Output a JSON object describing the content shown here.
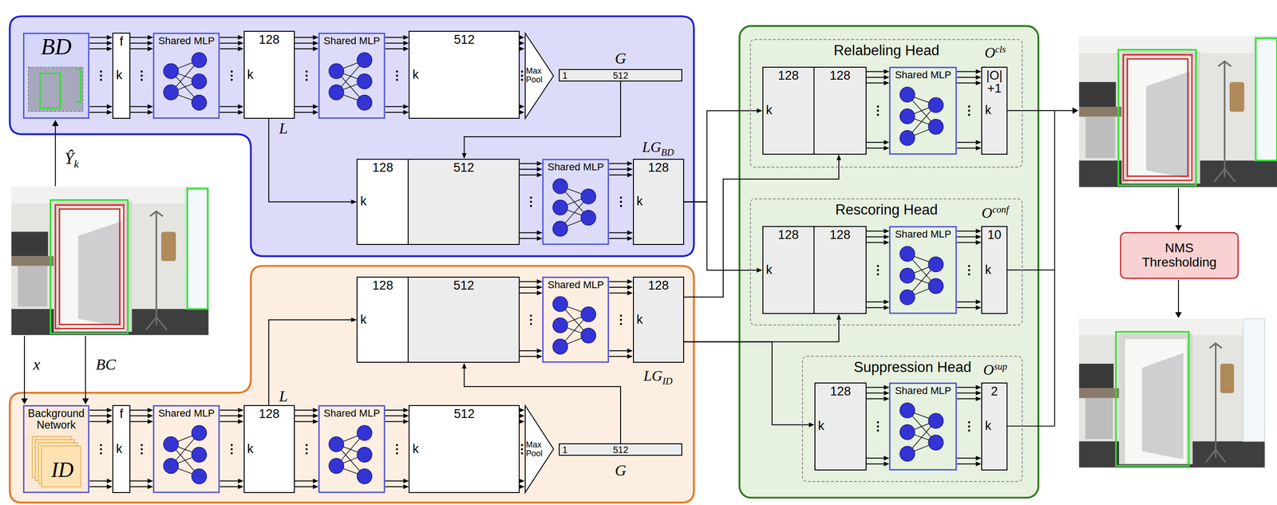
{
  "diagram": {
    "nodes": [
      {
        "text": [
          "BD"
        ]
      },
      {
        "text": [
          "f",
          "k"
        ]
      },
      {
        "text": [
          "Shared MLP"
        ]
      },
      {
        "text": [
          "128",
          "k"
        ]
      },
      {
        "text": [
          "Shared MLP"
        ]
      },
      {
        "text": [
          "512",
          "k"
        ]
      },
      {
        "text": [
          "Max Pool"
        ]
      },
      {
        "text": [
          "1",
          "512"
        ]
      },
      {
        "text": [
          "128",
          "k"
        ]
      },
      {
        "text": [
          "512"
        ]
      },
      {
        "text": [
          "Shared MLP"
        ]
      },
      {
        "text": [
          "128",
          "k"
        ]
      },
      {
        "text": [
          "128",
          "k"
        ]
      },
      {
        "text": [
          "512"
        ]
      },
      {
        "text": [
          "Shared MLP"
        ]
      },
      {
        "text": [
          "128",
          "k"
        ]
      },
      {
        "text": [
          "Background Network",
          "ID"
        ]
      },
      {
        "text": [
          "f",
          "k"
        ]
      },
      {
        "text": [
          "Shared MLP"
        ]
      },
      {
        "text": [
          "128",
          "k"
        ]
      },
      {
        "text": [
          "Shared MLP"
        ]
      },
      {
        "text": [
          "512",
          "k"
        ]
      },
      {
        "text": [
          "Max Pool"
        ]
      },
      {
        "text": [
          "1",
          "512"
        ]
      },
      {
        "text": [
          "Relabeling Head"
        ]
      },
      {
        "text": [
          "128",
          "k"
        ],
        "in": 24
      },
      {
        "text": [
          "128"
        ],
        "in": 24
      },
      {
        "text": [
          "Shared MLP"
        ],
        "in": 24
      },
      {
        "text": [
          "|O| +1",
          "k"
        ],
        "in": 24
      },
      {
        "text": [
          "Rescoring Head"
        ]
      },
      {
        "text": [
          "128",
          "k"
        ],
        "in": 29
      },
      {
        "text": [
          "128"
        ],
        "in": 29
      },
      {
        "text": [
          "Shared MLP"
        ],
        "in": 29
      },
      {
        "text": [
          "10",
          "k"
        ],
        "in": 29
      },
      {
        "text": [
          "Suppression Head"
        ]
      },
      {
        "text": [
          "128",
          "k"
        ],
        "in": 34
      },
      {
        "text": [
          "Shared MLP"
        ],
        "in": 34
      },
      {
        "text": [
          "2",
          "k"
        ],
        "in": 34
      },
      {
        "text": [
          "NMS Thresholding"
        ]
      }
    ],
    "edges": [
      {
        "from": 0,
        "to": 1,
        "arrow": "to"
      },
      {
        "from": 1,
        "to": 2,
        "arrow": "to"
      },
      {
        "from": 2,
        "to": 3,
        "arrow": "to"
      },
      {
        "from": 3,
        "to": 4,
        "arrow": "to"
      },
      {
        "from": 4,
        "to": 5,
        "arrow": "to"
      },
      {
        "from": 5,
        "to": 6,
        "arrow": "to"
      },
      {
        "from": 7,
        "to": 9,
        "arrow": "to"
      },
      {
        "from": 3,
        "to": 8,
        "arrow": "to"
      },
      {
        "from": 9,
        "to": 10,
        "arrow": "to"
      },
      {
        "from": 10,
        "to": 11,
        "arrow": "to"
      },
      {
        "from": 11,
        "to": 25,
        "arrow": "to"
      },
      {
        "from": 11,
        "to": 30,
        "arrow": "to"
      },
      {
        "from": 15,
        "to": 26,
        "arrow": "to"
      },
      {
        "from": 15,
        "to": 31,
        "arrow": "to"
      },
      {
        "from": 15,
        "to": 35,
        "arrow": "to"
      },
      {
        "from": 13,
        "to": 14,
        "arrow": "to"
      },
      {
        "from": 14,
        "to": 15,
        "arrow": "to"
      },
      {
        "from": 23,
        "to": 13,
        "arrow": "to"
      },
      {
        "from": 19,
        "to": 12,
        "arrow": "to"
      },
      {
        "from": 16,
        "to": 17,
        "arrow": "to"
      },
      {
        "from": 17,
        "to": 18,
        "arrow": "to"
      },
      {
        "from": 18,
        "to": 19,
        "arrow": "to"
      },
      {
        "from": 19,
        "to": 20,
        "arrow": "to"
      },
      {
        "from": 20,
        "to": 21,
        "arrow": "to"
      },
      {
        "from": 21,
        "to": 22,
        "arrow": "to"
      },
      {
        "from": 26,
        "to": 27,
        "arrow": "to"
      },
      {
        "from": 27,
        "to": 28,
        "arrow": "to"
      },
      {
        "from": 31,
        "to": 32,
        "arrow": "to"
      },
      {
        "from": 32,
        "to": 33,
        "arrow": "to"
      },
      {
        "from": 35,
        "to": 36,
        "arrow": "to"
      },
      {
        "from": 36,
        "to": 37,
        "arrow": "to"
      }
    ],
    "labels": [
      "Ŷk",
      "L",
      "G",
      "LGBD",
      "LGID",
      "L",
      "G",
      "x",
      "BC",
      "Ocls",
      "Oconf",
      "Osup"
    ]
  }
}
